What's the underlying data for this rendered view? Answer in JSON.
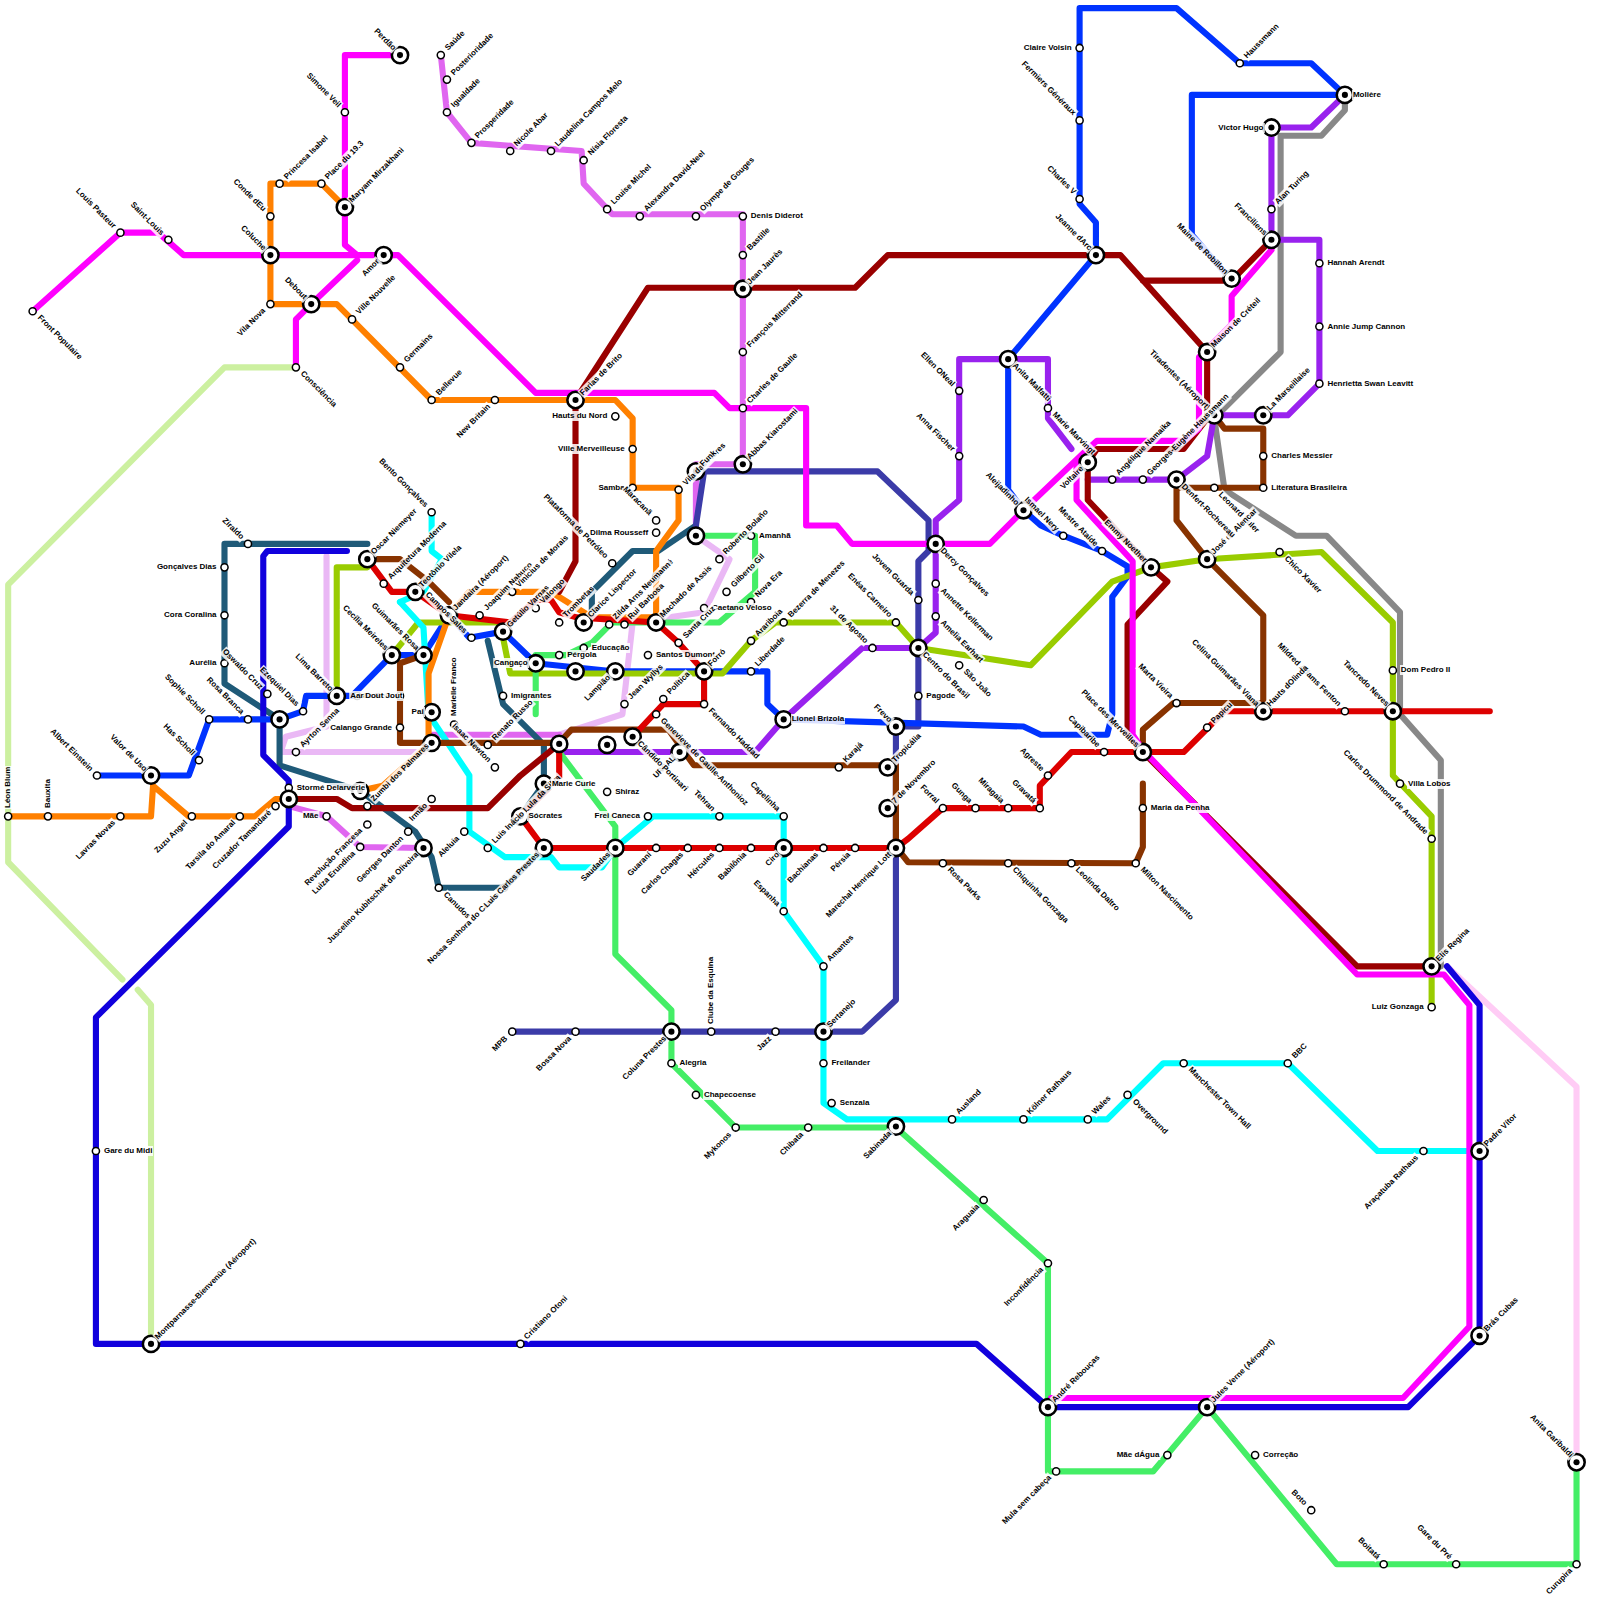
{
  "diagram": {
    "labels": [
      "Front Populaire",
      "Louis Pasteur",
      "Saint-Louis",
      "Conde dEu",
      "Coluche",
      "Princesa Isabel",
      "Place du 19.3",
      "Maryam Mirzakhani",
      "Simone Veil",
      "Perdão",
      "Saúde",
      "Posterioridade",
      "Igualdade",
      "Prosperidade",
      "Nicole Abar",
      "Laudelina Campos Melo",
      "Nísia Floresta",
      "Louise Michel",
      "Alexandra David-Neel",
      "Olympe de Gouges",
      "Denis Diderot",
      "Bastille",
      "Jean Jaurès",
      "François Mitterrand",
      "Charles de Gaulle",
      "Abbas Kiarostami",
      "Amor",
      "Vila Nova",
      "Debout",
      "Ville Nouvelle",
      "Germains",
      "Bellevue",
      "New Britain",
      "Consciência",
      "Farias de Brito",
      "Hauts du Nord",
      "Ville Merveilleuse",
      "Samba",
      "Maracanã",
      "Vila das Flores",
      "Funk",
      "Dilma Rousseff",
      "Amanhã",
      "Plataforma de Petróleo",
      "Axé",
      "Machado de Assis",
      "Roberto Bolaño",
      "Gilberto Gil",
      "Nova Era",
      "Caetano Veloso",
      "Clarice Lispector",
      "Zilda Arns Neumann",
      "Rui Barbosa",
      "Educação",
      "Santos Dumont",
      "Santa Cruz",
      "Forró",
      "Lampião",
      "Jean Wyllys",
      "Política",
      "Genevieve de Gaulle-Anthonioz",
      "Fernando Haddad",
      "URSAL",
      "Cândido Portinari",
      "Arariboia",
      "Bezerra de Menezes",
      "31 de Agosto",
      "Liberdade",
      "Lionel Brizola",
      "Enéas Carneiro",
      "Jovem Guarda",
      "Centro do Brasil",
      "Pagode",
      "São João",
      "Frevo",
      "Tropicália",
      "Karajá",
      "7 de Novembro",
      "Dercy Gonçalves",
      "Annette Kellerman",
      "Amelia Earhart",
      "Anna Fischer",
      "Ellen ONeal",
      "Anita Malfatti",
      "Marie Marvingt",
      "Aleijadinho",
      "Ismael Nery",
      "Mestre Ataíde",
      "Jeanne dArc",
      "Charles V",
      "Fermiers Généraux",
      "Claire Voisin",
      "Haussmann",
      "Molière",
      "Victor Hugo",
      "Alan Turing",
      "Franciliens",
      "Hannah Arendt",
      "Annie Jump Cannon",
      "Henrietta Swan Leavitt",
      "Maine de Robillon",
      "Maison de Créteil",
      "Tiradentes (Aéroport)",
      "La Marseillaise",
      "Charles Messier",
      "Literatura Brasileira",
      "Leonard Euler",
      "José de Alencar",
      "Chico Xavier",
      "Dom Pedro II",
      "Tancredo Neves",
      "Mildred Adams Fenton",
      "Hauts dOlinda",
      "Villa Lobos",
      "Carlos Drummond de Andrade",
      "Elis Regina",
      "Luiz Gonzaga",
      "Angélique Namaika",
      "Georges-Eugène Haussmann",
      "Denfert-Rochereau",
      "Voltaire",
      "Emmy Noether",
      "Marta Vieira",
      "Celina Guimarães Viana",
      "Papicu",
      "Place des Merveilles",
      "Maria da Penha",
      "Capibaribe",
      "Agreste",
      "Gravatá",
      "Miragaia",
      "Gunga",
      "Forral",
      "Rosa Parks",
      "Chiquinha Gonzaga",
      "Leolinda Daltro",
      "Milton Nascimento",
      "Marechal Henrique Lott",
      "Pérsia",
      "Bachianas",
      "Ciro",
      "Capelinha",
      "Tehran",
      "Babilônia",
      "Hércules",
      "Carlos Chagas",
      "Guaraní",
      "Frei Caneca",
      "Shiraz",
      "Saudades",
      "Espanha",
      "Amantes",
      "Sertanejo",
      "Freilander",
      "Senzala",
      "Sabinada",
      "Ausland",
      "Kölner Rathaus",
      "Wales",
      "Overground",
      "Manchester Town Hall",
      "BBC",
      "Araçatuba Rathaus",
      "Padre Vítor",
      "Brás Cubas",
      "Anita Garibaldi",
      "Curupira",
      "Gare du Pré",
      "Boitatá",
      "Boto",
      "Correção",
      "Jules Verne (Aéroport)",
      "Mãe dÁgua",
      "Mula sem cabeça",
      "André Rebouças",
      "Inconfidência",
      "Araguaia",
      "Mykonos",
      "Chibata",
      "Chapecoense",
      "Alegria",
      "Coluna Prestes",
      "Clube da Esquina",
      "Jazz",
      "Bossa Nova",
      "MPB",
      "Cristiano Otoni",
      "Montparnasse-Bienvenüe (Aéroport)",
      "Gare du Midi",
      "Léon Blum",
      "Bauxita",
      "Lavras Novas",
      "Valor de Uso",
      "Albert Einstein",
      "Has Scholl",
      "Sophie Scholl",
      "Rosa Branca",
      "Zuzu Angel",
      "Tarsila do Amaral",
      "Cruzador Tamandaré",
      "Stormé Delarverie",
      "Mãe",
      "Revolução Francesa",
      "Luiza Erundina",
      "Georges Danton",
      "Juscelino Kubitschek de Oliveira",
      "Irmão",
      "Canudos",
      "Nossa Senhora do Carmo",
      "Luis Carlos Prestes",
      "Luis Inácio Lula da Silva",
      "Aleluia",
      "Sócrates",
      "Marie Curie",
      "Isaac Newton",
      "Renato Russo",
      "Zumbi dos Palmares",
      "Lima Barreto",
      "Ezequiel Dias",
      "Ayrton Senna",
      "Oswaldo Cruz",
      "Cecília Meireles",
      "Guimarães Rosa",
      "Oscar Niemeyer",
      "Arquitetura Moderna",
      "Teotônio Vilela",
      "Bento Gonçalves",
      "Jandaira (Aéroport)",
      "Joaquim Nabuco",
      "Getúlio Vargas",
      "Vinicius de Morais",
      "Valongo",
      "Trombetas",
      "Cangaço",
      "Pérgola",
      "Aarão Reis",
      "Pai",
      "Marielle Franco",
      "Campos Sales",
      "Imigrantes",
      "Gonçalves Dias",
      "Cora Coralina",
      "Aurélia",
      "Ziraldo",
      "Calango Grande",
      "Dout Jout"
    ]
  }
}
